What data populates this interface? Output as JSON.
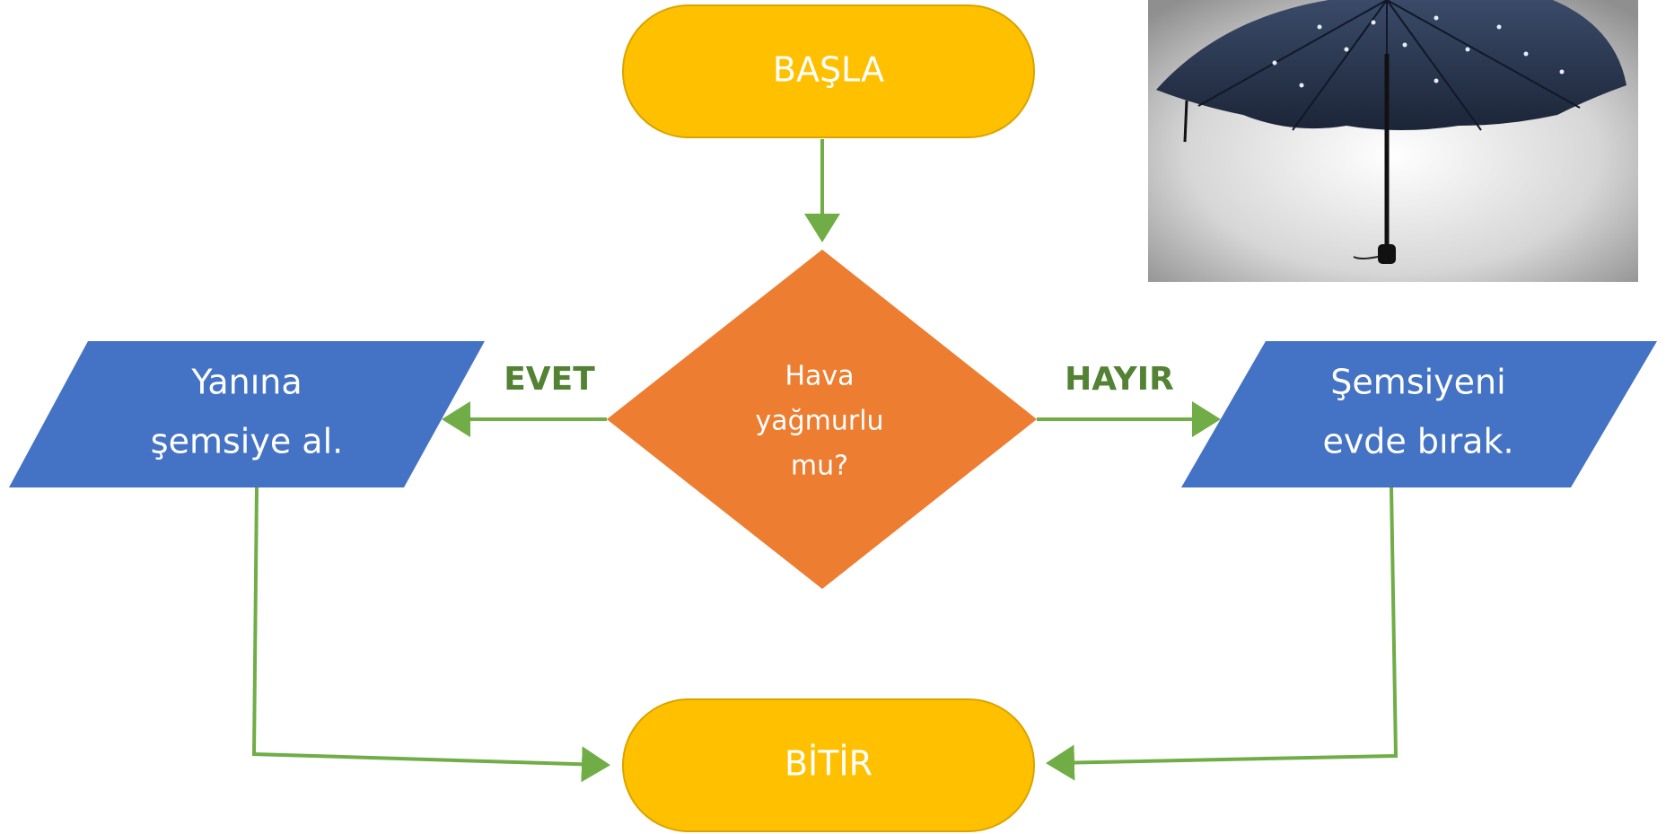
{
  "colors": {
    "terminal": "#FFC000",
    "decision": "#ED7D31",
    "io": "#4472C4",
    "arrow": "#70AD47",
    "edge_label": "#548235",
    "node_text": "#FFFFFF"
  },
  "nodes": {
    "start": {
      "label": "BAŞLA"
    },
    "decision": {
      "line1": "Hava",
      "line2": "yağmurlu",
      "line3": "mu?"
    },
    "yes_action": {
      "line1": "Yanına",
      "line2": "şemsiye al."
    },
    "no_action": {
      "line1": "Şemsiyeni",
      "line2": "evde bırak."
    },
    "end": {
      "label": "BİTİR"
    }
  },
  "edges": {
    "yes_label": "EVET",
    "no_label": "HAYIR"
  },
  "image": {
    "subject": "umbrella-photo"
  }
}
